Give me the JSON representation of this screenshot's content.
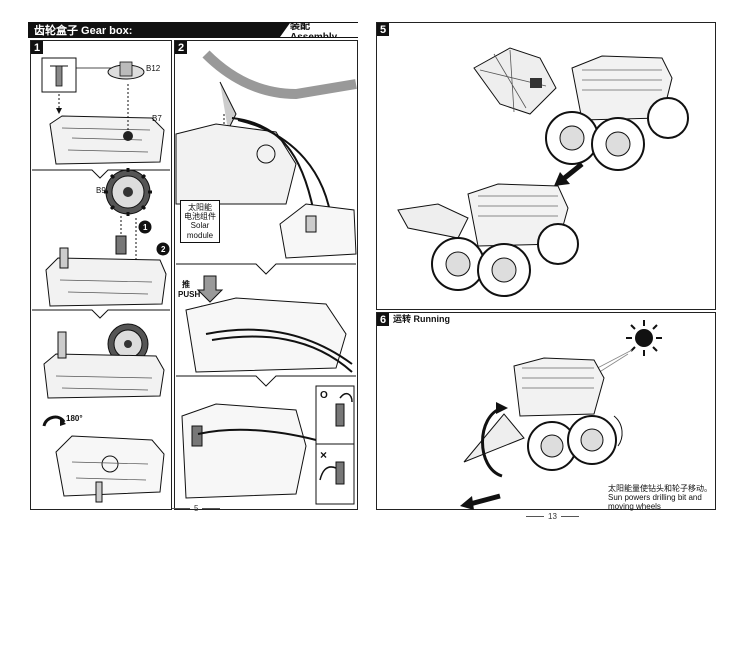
{
  "left_page": {
    "header_title": "齿轮盒子 Gear box:",
    "assembly_label": "装配 Assembly",
    "steps": [
      "1",
      "2"
    ],
    "labels": {
      "b12": "B12",
      "b7": "B7",
      "b9": "B9",
      "callout_1": "1",
      "callout_2": "2",
      "solar_cn_line1": "太阳能",
      "solar_cn_line2": "电池组件",
      "solar_en_line1": "Solar",
      "solar_en_line2": "module",
      "push_cn": "推",
      "push_en": "PUSH",
      "rotate": "180°",
      "correct_mark": "O",
      "wrong_mark": "×"
    },
    "page_number": "5"
  },
  "right_page": {
    "steps": [
      "5",
      "6"
    ],
    "running_label": "运转 Running",
    "caption_cn": "太阳能量使钻头和轮子移动。",
    "caption_en_line1": "Sun powers drilling bit and",
    "caption_en_line2": "moving wheels",
    "page_number": "13"
  },
  "colors": {
    "ink": "#111111",
    "paper": "#ffffff",
    "bar": "#111111"
  }
}
